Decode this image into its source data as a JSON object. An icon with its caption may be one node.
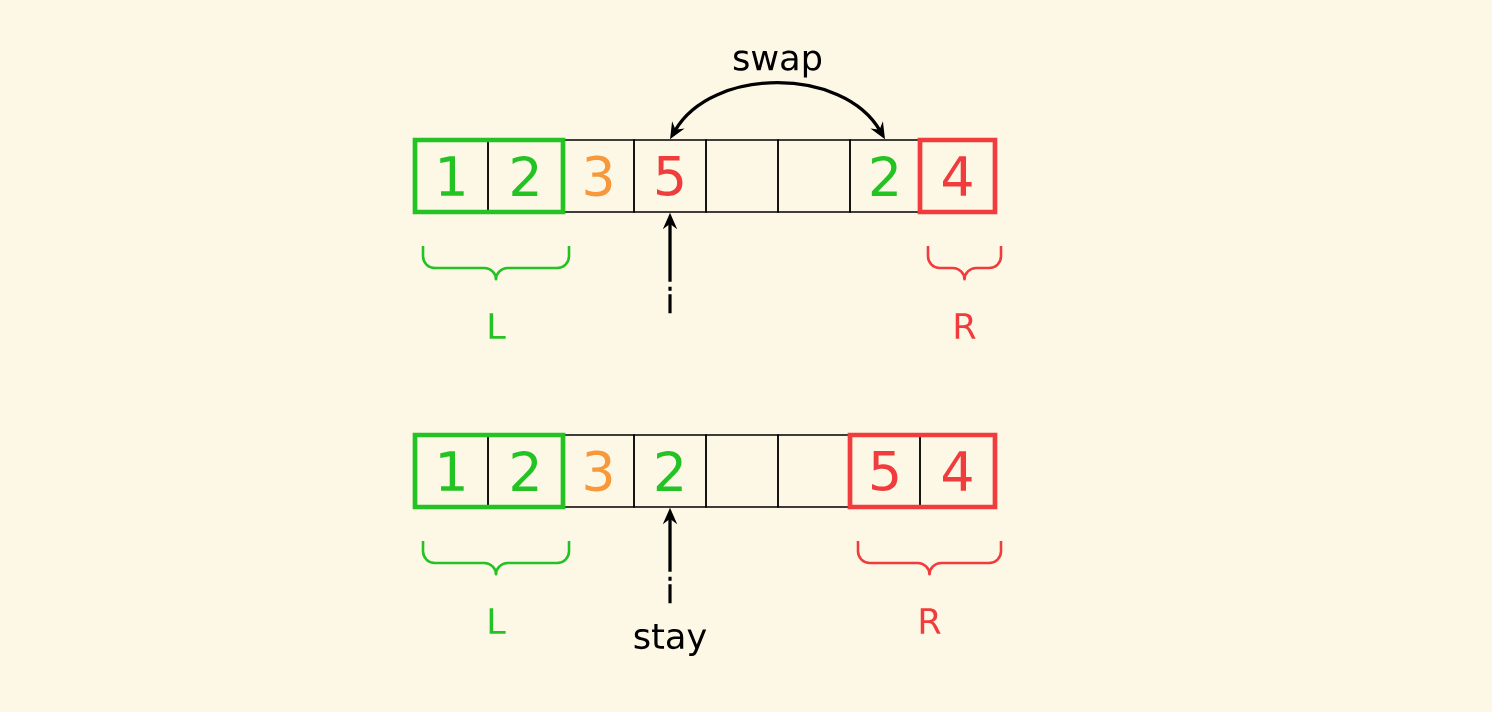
{
  "diagram": {
    "nodes": [
      {
        "text": [],
        "shape": "box",
        "beside": [
          "L"
        ]
      },
      {
        "text": [
          "1"
        ],
        "in": 0
      },
      {
        "text": [
          "2"
        ],
        "in": 0
      },
      {
        "text": [
          "3"
        ]
      },
      {
        "text": [
          "5"
        ]
      },
      {
        "text": [],
        "shape": "box"
      },
      {
        "text": [],
        "shape": "box"
      },
      {
        "text": [
          "2"
        ]
      },
      {
        "text": [],
        "shape": "box",
        "beside": [
          "R"
        ]
      },
      {
        "text": [
          "4"
        ],
        "in": 8
      },
      {
        "text": [
          "i"
        ]
      },
      {
        "text": [],
        "shape": "box",
        "beside": [
          "L"
        ]
      },
      {
        "text": [
          "1"
        ],
        "in": 11
      },
      {
        "text": [
          "2"
        ],
        "in": 11
      },
      {
        "text": [
          "3"
        ]
      },
      {
        "text": [
          "2"
        ]
      },
      {
        "text": [],
        "shape": "box"
      },
      {
        "text": [],
        "shape": "box"
      },
      {
        "text": [],
        "shape": "box",
        "beside": [
          "R"
        ]
      },
      {
        "text": [
          "5"
        ],
        "in": 18
      },
      {
        "text": [
          "4"
        ],
        "in": 18
      },
      {
        "text": [
          "i"
        ],
        "beside": [
          "stay"
        ]
      }
    ],
    "edges": [
      {
        "from": 4,
        "to": 7,
        "arrow": "both",
        "label": "swap"
      },
      {
        "from": 10,
        "to": 4,
        "arrow": "to"
      },
      {
        "from": 21,
        "to": 15,
        "arrow": "to"
      }
    ]
  }
}
